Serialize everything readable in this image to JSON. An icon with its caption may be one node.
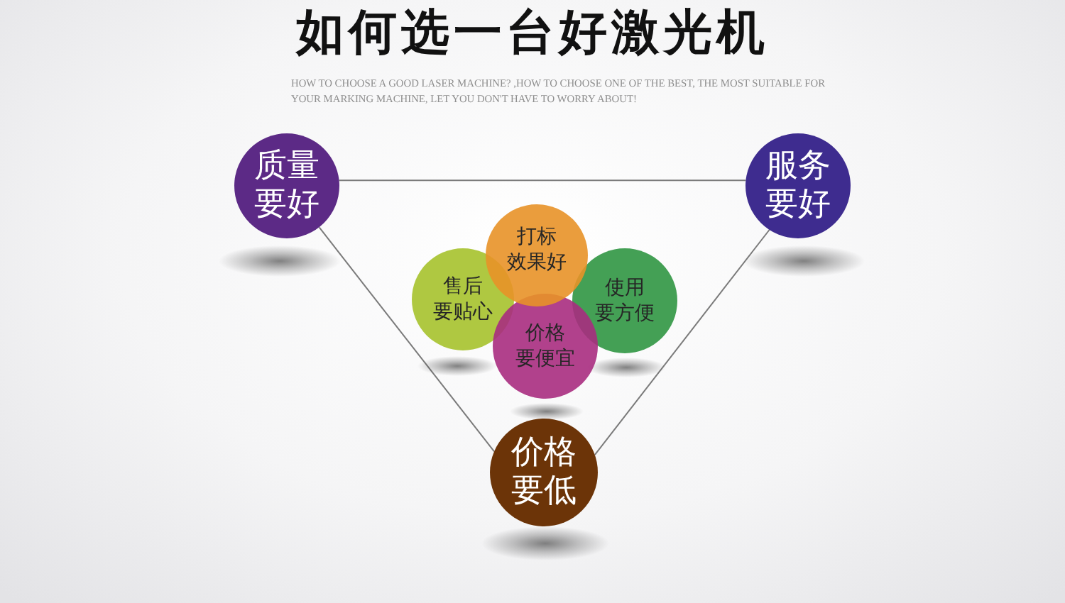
{
  "diagram": {
    "title": "如何选一台好激光机",
    "nodes": [
      {
        "text": [
          "质量要好"
        ]
      },
      {
        "text": [
          "服务要好"
        ]
      },
      {
        "text": [
          "打标效果好"
        ]
      },
      {
        "text": [
          "售后要贴心"
        ]
      },
      {
        "text": [
          "使用要方便"
        ]
      },
      {
        "text": [
          "价格要便宜"
        ]
      },
      {
        "text": [
          "价格要低"
        ]
      }
    ],
    "edges": [
      {
        "from": 0,
        "to": 1,
        "arrow": "none"
      },
      {
        "from": 0,
        "to": 6,
        "arrow": "none"
      },
      {
        "from": 1,
        "to": 6,
        "arrow": "none"
      }
    ],
    "labels": [
      "HOW TO CHOOSE A GOOD LASER MACHINE? ,HOW TO CHOOSE ONE OF THE BEST, THE MOST SUITABLE FOR YOUR MARKING MACHINE, LET YOU DON'T HAVE TO WORRY ABOUT!"
    ]
  }
}
